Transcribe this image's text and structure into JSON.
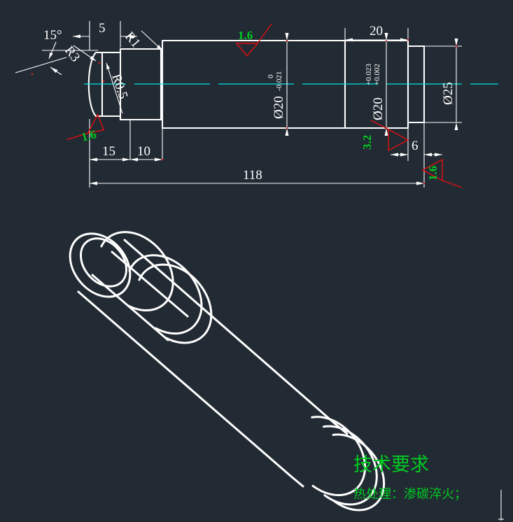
{
  "drawing": {
    "type": "mechanical-part-drawing",
    "title": "Stepped Shaft / Pin",
    "background_color": "#222a33",
    "outline_color": "#ffffff",
    "centerline_color": "#00e5e5",
    "symbol_color": "#e01010",
    "annotation_color": "#00cc22"
  },
  "dimensions": {
    "angle_chamfer": "15°",
    "radius_r3": "R3",
    "radius_r1": "R1",
    "radius_r05": "R0.5",
    "len_5": "5",
    "len_15": "15",
    "len_10": "10",
    "len_20": "20",
    "len_6": "6",
    "len_118": "118",
    "dia_25": "Ø25"
  },
  "tolerances": {
    "mid_shaft": {
      "nominal": "Ø20",
      "upper": "0",
      "lower": "-0.021",
      "full": "Ø20 0/-0.021"
    },
    "right_shaft": {
      "nominal": "Ø20",
      "upper": "+0.023",
      "lower": "+0.002",
      "full": "Ø20 +0.023/+0.002"
    }
  },
  "surface_finish": [
    {
      "id": "left-end",
      "value": "1.6",
      "position": "left-end-face"
    },
    {
      "id": "top-mid",
      "value": "1.6",
      "position": "top-middle-shaft"
    },
    {
      "id": "right-step",
      "value": "3.2",
      "position": "right-step-face"
    },
    {
      "id": "right-end",
      "value": "1.6",
      "position": "right-end-face"
    }
  ],
  "notes": {
    "heading": "技术要求",
    "line1": "热处理：渗碳淬火；"
  }
}
